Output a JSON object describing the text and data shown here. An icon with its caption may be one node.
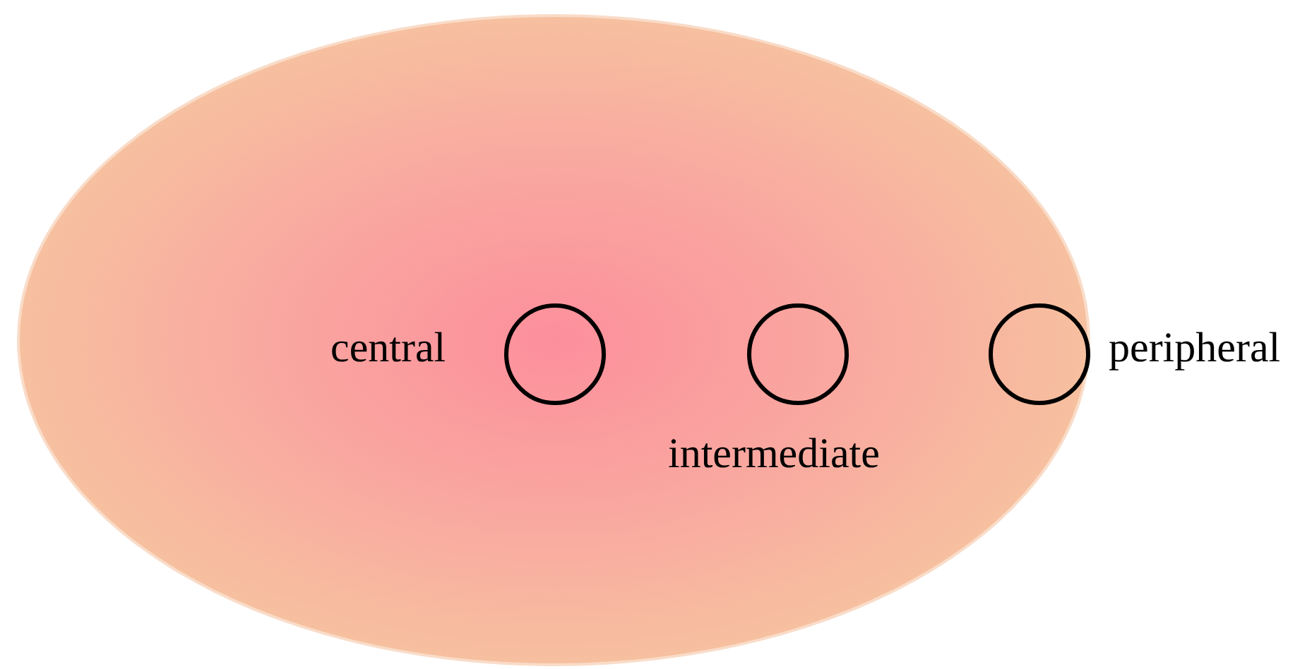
{
  "diagram": {
    "nodes": [
      {
        "text": [],
        "shape": "ellipse"
      },
      {
        "text": [],
        "shape": "circle",
        "in": 0,
        "beside": [
          "central"
        ]
      },
      {
        "text": [],
        "shape": "circle",
        "in": 0,
        "beside": [
          "intermediate"
        ]
      },
      {
        "text": [],
        "shape": "circle",
        "in": 0,
        "beside": [
          "peripheral"
        ]
      }
    ]
  }
}
